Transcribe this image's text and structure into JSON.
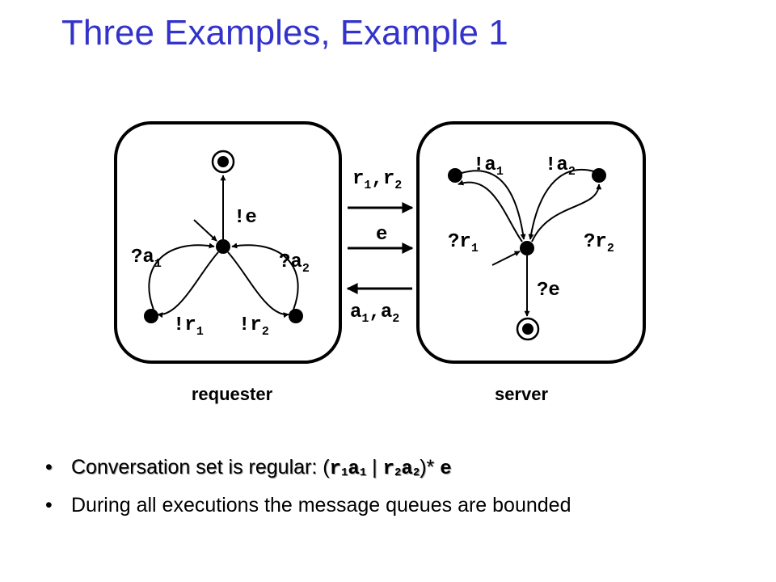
{
  "slide": {
    "title": "Three Examples, Example 1"
  },
  "diagram": {
    "requester": {
      "caption": "requester",
      "labels": {
        "send_e": "!e",
        "recv_a1": {
          "base": "?a",
          "sub": "1"
        },
        "recv_a2": {
          "base": "?a",
          "sub": "2"
        },
        "send_r1": {
          "base": "!r",
          "sub": "1"
        },
        "send_r2": {
          "base": "!r",
          "sub": "2"
        }
      }
    },
    "server": {
      "caption": "server",
      "labels": {
        "send_a1": {
          "base": "!a",
          "sub": "1"
        },
        "send_a2": {
          "base": "!a",
          "sub": "2"
        },
        "recv_r1": {
          "base": "?r",
          "sub": "1"
        },
        "recv_r2": {
          "base": "?r",
          "sub": "2"
        },
        "recv_e": "?e"
      }
    },
    "channels": {
      "to_server_1": {
        "a": "r",
        "a_sub": "1",
        "sep": ",",
        "b": "r",
        "b_sub": "2"
      },
      "to_server_2": "e",
      "to_requester": {
        "a": "a",
        "a_sub": "1",
        "sep": ",",
        "b": "a",
        "b_sub": "2"
      }
    }
  },
  "bullets": {
    "item1": {
      "bullet": "•",
      "prefix": "Conversation set is regular: (",
      "t1": "r",
      "t1_sub": "1",
      "t2": "a",
      "t2_sub": "1",
      "bar": " | ",
      "t3": "r",
      "t3_sub": "2",
      "t4": "a",
      "t4_sub": "2",
      "suffix": ")* ",
      "last": "e"
    },
    "item2": {
      "bullet": "•",
      "text": "During all executions the message queues are bounded"
    }
  },
  "colors": {
    "title": "#3333cc",
    "ink": "#000000",
    "background": "#ffffff"
  }
}
